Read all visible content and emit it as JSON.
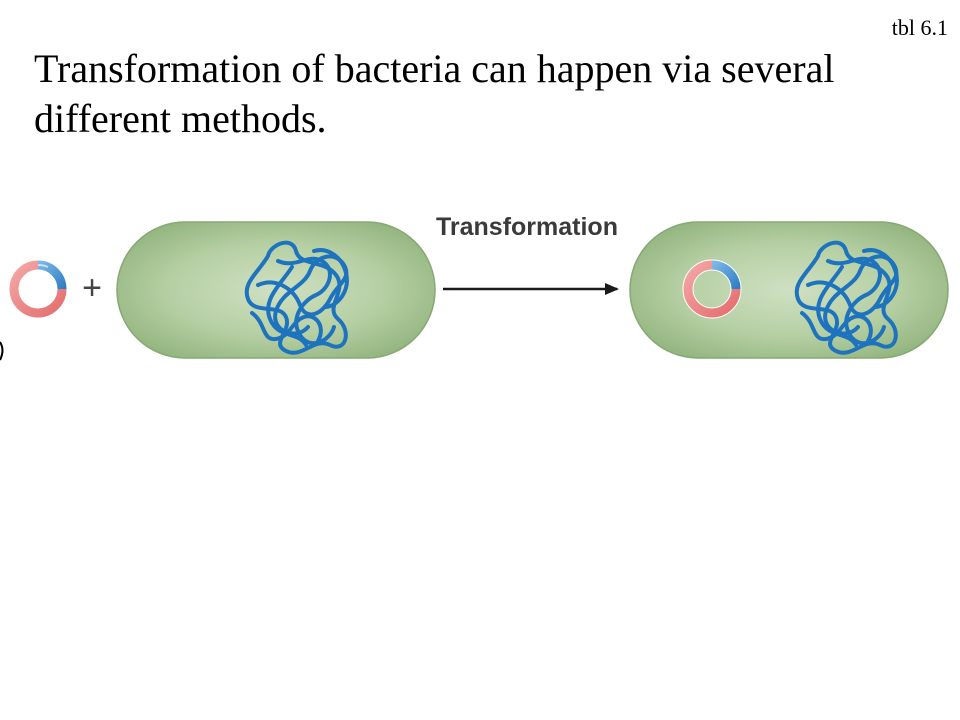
{
  "slide": {
    "reference": "tbl 6.1",
    "heading": "Transformation of bacteria can happen via several different methods."
  },
  "diagram": {
    "process_label": "Transformation",
    "plus_sign": "+",
    "colors": {
      "cell_fill": "#9fbf8c",
      "cell_edge": "#7fa46a",
      "chromosome": "#1e73be",
      "plasmid_pink": "#ec8585",
      "plasmid_blue": "#3f92d0",
      "arrow": "#1a1a1a"
    },
    "items": [
      "plasmid-dna (outside cell)",
      "bacterial-cell with chromosome",
      "bacterial-cell with chromosome and plasmid"
    ]
  }
}
